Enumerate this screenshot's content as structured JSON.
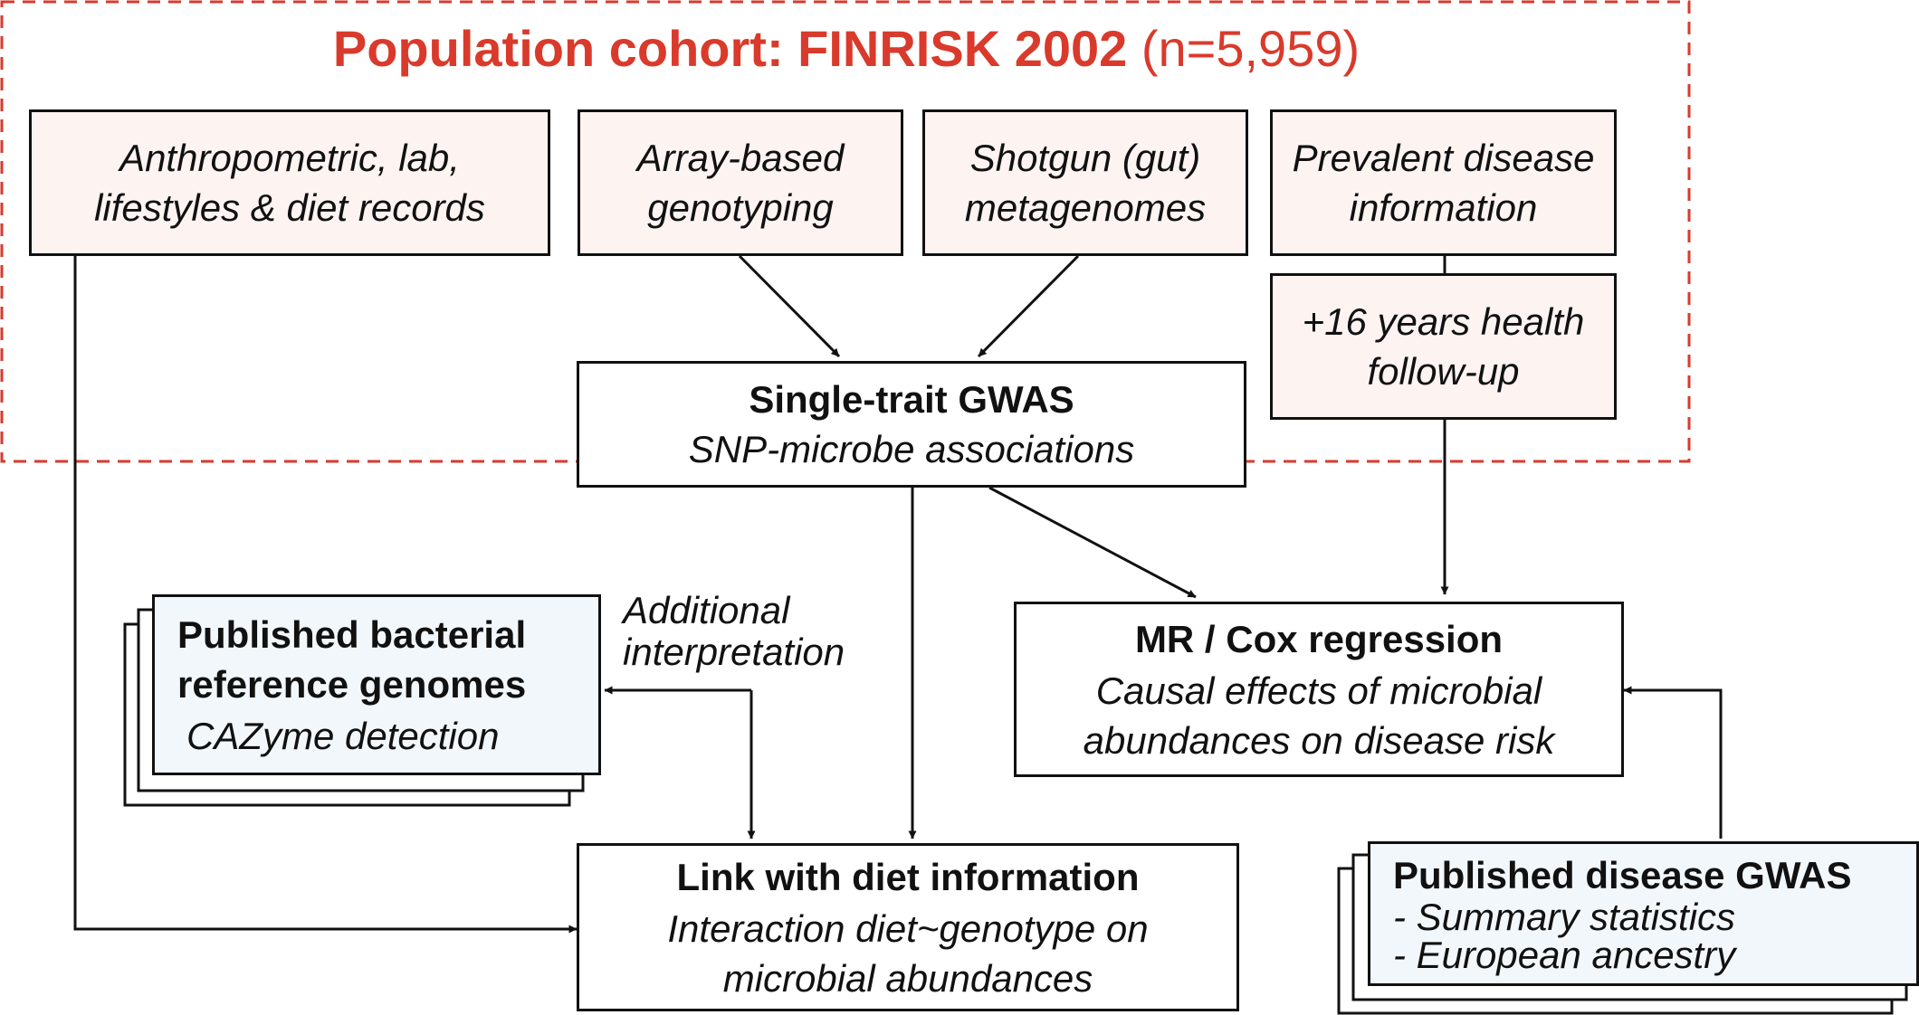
{
  "title": {
    "bold": "Population cohort: FINRISK 2002",
    "count": "(n=5,959)"
  },
  "nodes": {
    "anthropometric": [
      "Anthropometric, lab,",
      "lifestyles & diet records"
    ],
    "genotyping": [
      "Array-based",
      "genotyping"
    ],
    "metagenomes": [
      "Shotgun (gut)",
      "metagenomes"
    ],
    "prevalent": [
      "Prevalent disease",
      "information"
    ],
    "followup": [
      "+16 years health",
      "follow-up"
    ],
    "gwas": {
      "title": "Single-trait GWAS",
      "subtitle": "SNP-microbe associations"
    },
    "bacterial": {
      "title_lines": [
        "Published bacterial",
        "reference genomes"
      ],
      "subtitle": "CAZyme detection"
    },
    "mr": {
      "title": "MR / Cox regression",
      "subtitle_lines": [
        "Causal effects of microbial",
        "abundances on disease risk"
      ]
    },
    "diet": {
      "title": "Link with diet information",
      "subtitle_lines": [
        "Interaction diet~genotype on",
        "microbial abundances"
      ]
    },
    "disease_gwas": {
      "title": "Published disease GWAS",
      "items": [
        "- Summary statistics",
        "- European ancestry"
      ]
    }
  },
  "annotations": {
    "additional": [
      "Additional",
      "interpretation"
    ]
  },
  "colors": {
    "accent": "#d93a2b",
    "cohort_box_fill": "#fdf4f2",
    "reference_box_fill": "#f2f7fb"
  }
}
